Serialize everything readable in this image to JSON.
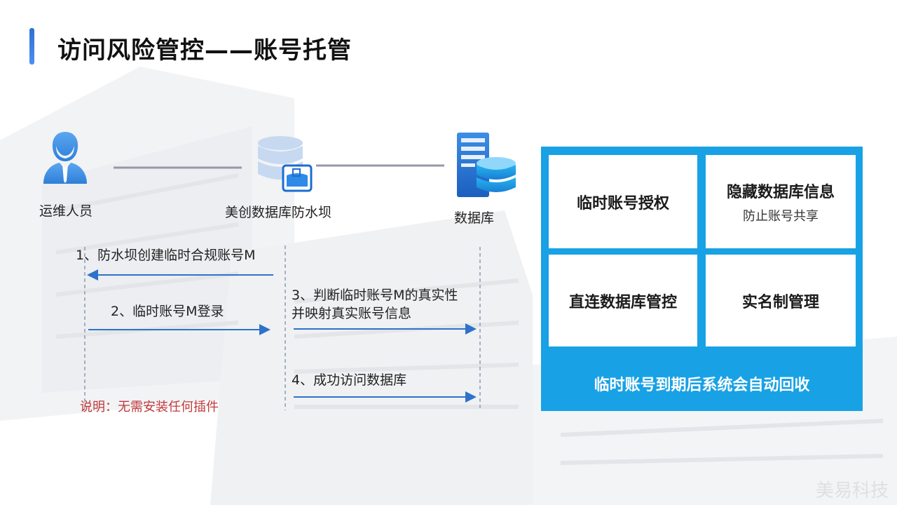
{
  "slide": {
    "title": "访问风险管控——账号托管"
  },
  "nodes": {
    "ops": "运维人员",
    "dam": "美创数据库防水坝",
    "db": "数据库"
  },
  "steps": {
    "s1": "1、防水坝创建临时合规账号M",
    "s2": "2、临时账号M登录",
    "s3_line1": "3、判断临时账号M的真实性",
    "s3_line2": "并映射真实账号信息",
    "s4": "4、成功访问数据库"
  },
  "note": "说明：无需安装任何插件",
  "panel": {
    "cells": [
      {
        "title": "临时账号授权"
      },
      {
        "title": "隐藏数据库信息",
        "sub": "防止账号共享"
      },
      {
        "title": "直连数据库管控"
      },
      {
        "title": "实名制管理"
      }
    ],
    "footer": "临时账号到期后系统会自动回收"
  },
  "watermark": "美易科技",
  "colors": {
    "accent": "#18a2e5",
    "arrow": "#2e73c9",
    "connector": "#9a96a6",
    "note": "#c0393b"
  }
}
